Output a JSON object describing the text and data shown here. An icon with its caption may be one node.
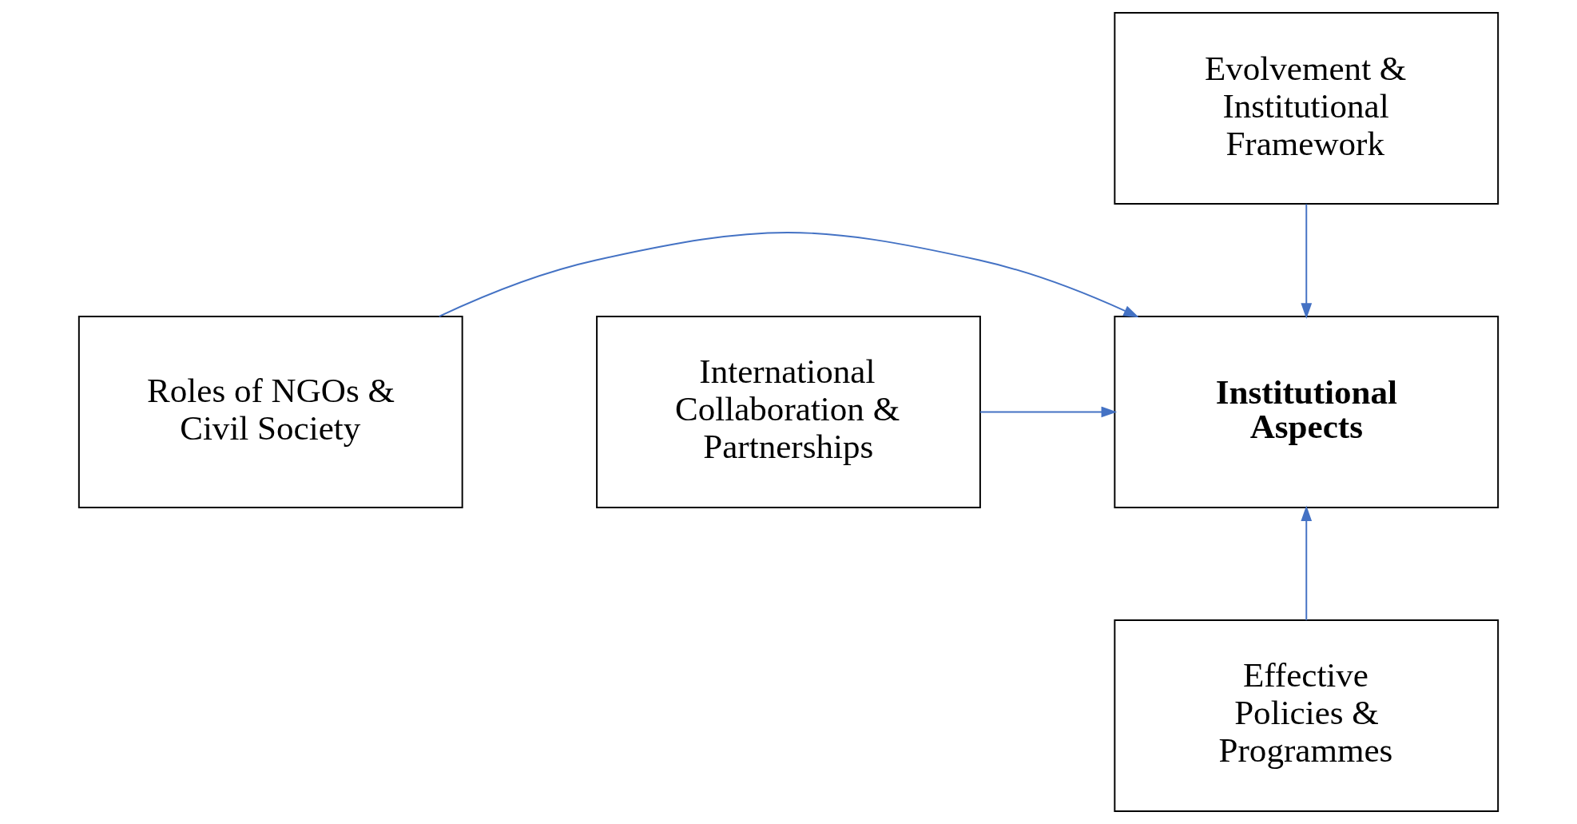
{
  "diagram": {
    "nodes": [
      {
        "text": [
          "Evolvement & Institutional Framework"
        ]
      },
      {
        "text": [
          "Roles of NGOs & Civil Society"
        ]
      },
      {
        "text": [
          "Institutional Aspects"
        ]
      },
      {
        "text": [
          "International Collaboration & Partnerships"
        ]
      },
      {
        "text": [
          "Effective Policies & Programmes"
        ]
      }
    ],
    "edges": [
      {
        "from": 0,
        "to": 2,
        "arrow": "to"
      },
      {
        "from": 1,
        "to": 2,
        "arrow": "to"
      },
      {
        "from": 3,
        "to": 2,
        "arrow": "to"
      },
      {
        "from": 4,
        "to": 2,
        "arrow": "to"
      }
    ]
  }
}
